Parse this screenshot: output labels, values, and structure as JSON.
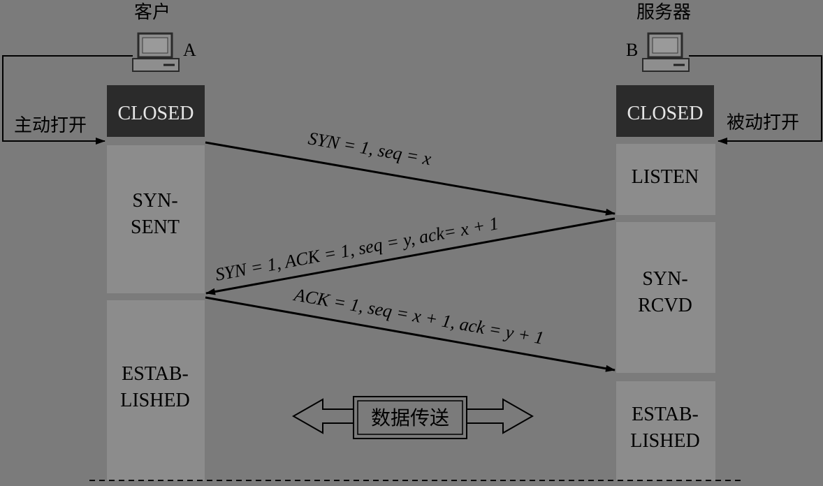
{
  "client": {
    "title": "客户",
    "host_label": "A",
    "action_label": "主动打开",
    "states": {
      "closed": "CLOSED",
      "syn_sent_1": "SYN-",
      "syn_sent_2": "SENT",
      "established_1": "ESTAB-",
      "established_2": "LISHED"
    }
  },
  "server": {
    "title": "服务器",
    "host_label": "B",
    "action_label": "被动打开",
    "states": {
      "closed": "CLOSED",
      "listen": "LISTEN",
      "syn_rcvd_1": "SYN-",
      "syn_rcvd_2": "RCVD",
      "established_1": "ESTAB-",
      "established_2": "LISHED"
    }
  },
  "messages": {
    "first": "SYN = 1, seq = x",
    "second": "SYN = 1, ACK = 1, seq = y, ack= x + 1",
    "third": "ACK = 1, seq = x + 1, ack = y + 1"
  },
  "data_transfer_label": "数据传送",
  "colors": {
    "background": "#7b7b7b",
    "state_box": "#8c8c8c",
    "closed_box": "#2b2b2b",
    "line": "#000000",
    "text": "#000000",
    "closed_text": "#e6e6e6"
  },
  "icons": [
    "computer-icon",
    "computer-icon"
  ]
}
